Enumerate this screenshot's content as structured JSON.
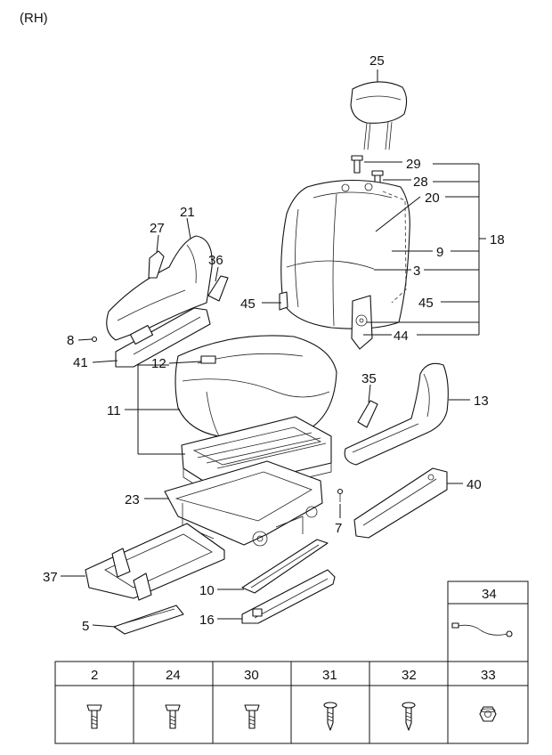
{
  "header": {
    "side_label": "(RH)"
  },
  "callouts": {
    "c25": "25",
    "c29": "29",
    "c28": "28",
    "c20": "20",
    "c9": "9",
    "c18": "18",
    "c3": "3",
    "c45a": "45",
    "c45b": "45",
    "c44": "44",
    "c27": "27",
    "c21": "21",
    "c36": "36",
    "c8": "8",
    "c41": "41",
    "c12": "12",
    "c11": "11",
    "c35": "35",
    "c13": "13",
    "c23": "23",
    "c40": "40",
    "c7": "7",
    "c37": "37",
    "c10": "10",
    "c5": "5",
    "c16": "16",
    "c34": "34"
  },
  "fastener_table": {
    "columns": [
      "2",
      "24",
      "30",
      "31",
      "32",
      "33"
    ],
    "icons": [
      "bolt-icon",
      "bolt-icon",
      "bolt-icon",
      "screw-icon",
      "screw-icon",
      "nut-icon"
    ]
  }
}
